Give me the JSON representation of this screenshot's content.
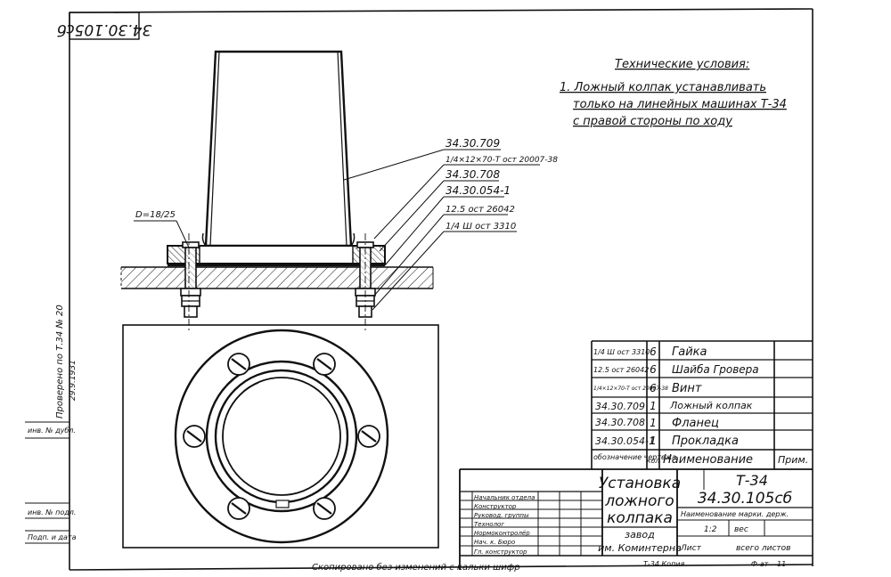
{
  "corner_code": "34.30.105сб",
  "notes": {
    "heading": "Технические условия:",
    "lines": [
      "1. Ложный колпак устанавливать",
      "только на линейных машинах Т-34",
      "с правой стороны по ходу"
    ]
  },
  "callouts": {
    "left": "D=18/25",
    "right": [
      "34.30.709",
      "1/4×12×70-Т ост 20007-38",
      "34.30.708",
      "34.30.054-1",
      "12.5 ост 26042",
      "1/4 Ш ост 3310"
    ]
  },
  "side_notes": {
    "checked": "Проверено по Т.34 № 20",
    "date": "29.9.1931"
  },
  "left_margin": {
    "row1": "инв. № дубл.",
    "row2": "инв. № подл.",
    "row3": "Подп. и дата"
  },
  "bom": {
    "header": {
      "designation": "обозначение чертежа",
      "qty": "кол",
      "name": "Наименование",
      "note": "Прим."
    },
    "rows": [
      {
        "designation": "1/4 Ш ост 3310",
        "qty": "6",
        "name": "Гайка"
      },
      {
        "designation": "12.5 ост 26042",
        "qty": "6",
        "name": "Шайба Гровера"
      },
      {
        "designation": "1/4×12×70-Т ост 20007-38",
        "qty": "6",
        "name": "Винт"
      },
      {
        "designation": "34.30.709",
        "qty": "1",
        "name": "Ложный колпак"
      },
      {
        "designation": "34.30.708",
        "qty": "1",
        "name": "Фланец"
      },
      {
        "designation": "34.30.054-1",
        "qty": "1",
        "name": "Прокладка"
      }
    ]
  },
  "title_block": {
    "title_lines": [
      "Установка",
      "ложного",
      "колпака"
    ],
    "factory_lines": [
      "завод",
      "им. Коминтерна"
    ],
    "machine": "Т-34",
    "code": "34.30.105сб",
    "code_subtitle": "Наименование марки. держ.",
    "sheet_label": "Лист",
    "sheets_label": "всего листов",
    "scale": "1:2",
    "weight_label": "вес",
    "bottom_left": "Т-34 Копия",
    "format_label": "Ф-ат",
    "format_value": "11",
    "roles": [
      "Начальник отдела",
      "Конструктор",
      "Руковод. группы",
      "Технолог",
      "Нормоконтролёр",
      "Нач. к. Бюро",
      "Гл. конструктор"
    ]
  },
  "footer_stamp": "Скопировано без изменений с кальки шифр"
}
